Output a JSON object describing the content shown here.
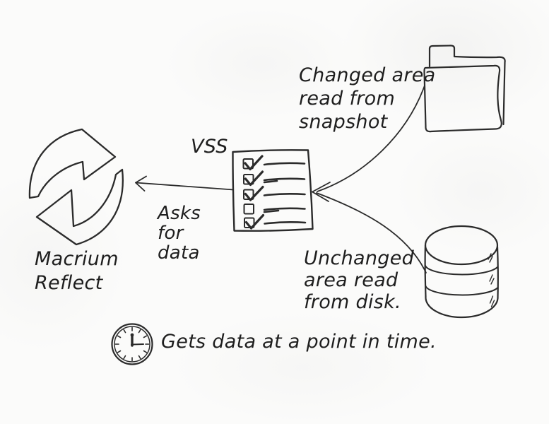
{
  "colors": {
    "ink": "#2b2b2b",
    "background": "#fbfbfa"
  },
  "nodes": {
    "macrium": {
      "icon": "sync-arrows-icon",
      "label_lines": [
        "Macrium",
        "Reflect"
      ]
    },
    "vss": {
      "icon": "checklist-icon",
      "label": "VSS",
      "checklist": {
        "rows": 5,
        "checked_rows": [
          1,
          2,
          3,
          5
        ],
        "unchecked_rows": [
          4
        ]
      }
    },
    "snapshot_folder": {
      "icon": "folder-icon"
    },
    "disk": {
      "icon": "disk-stack-icon"
    }
  },
  "edges": {
    "vss_to_macrium": {
      "label_lines": [
        "Asks",
        "for",
        "data"
      ]
    },
    "folder_to_vss": {
      "label_lines": [
        "Changed area",
        "read from",
        "snapshot"
      ]
    },
    "disk_to_vss": {
      "label_lines": [
        "Unchanged",
        "area read",
        "from disk."
      ]
    }
  },
  "footer": {
    "icon": "clock-icon",
    "time_shown": "12:15",
    "text": "Gets data at a point in time."
  }
}
